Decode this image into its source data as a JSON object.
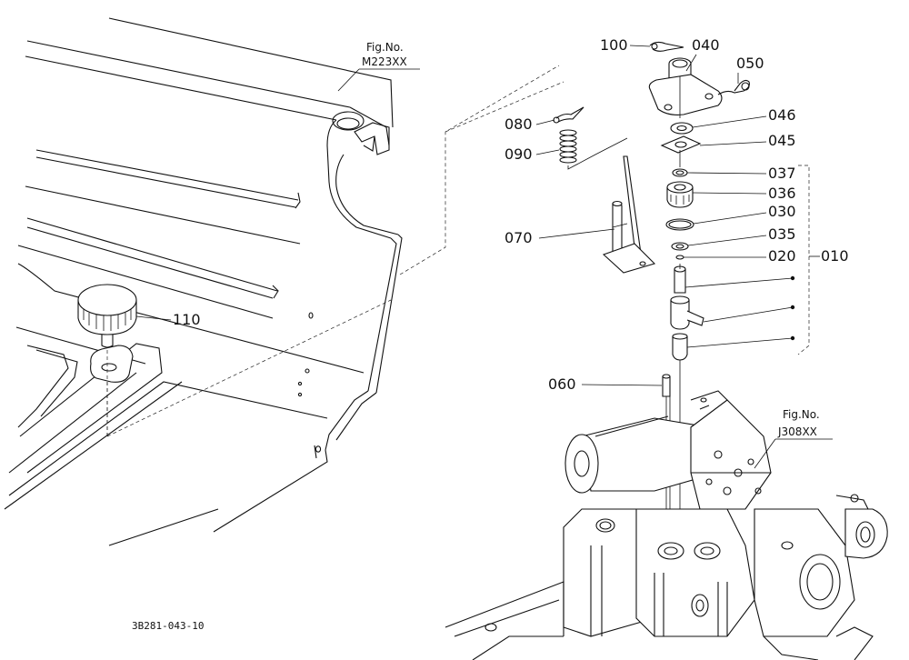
{
  "fig_refs": {
    "top": {
      "label": "Fig.No.",
      "number": "M223XX"
    },
    "bottom": {
      "label": "Fig.No.",
      "number": "J308XX"
    }
  },
  "parts": {
    "p100": "100",
    "p040": "040",
    "p050": "050",
    "p046": "046",
    "p080": "080",
    "p045": "045",
    "p090": "090",
    "p037": "037",
    "p036": "036",
    "p030": "030",
    "p070": "070",
    "p035": "035",
    "p020": "020",
    "p010": "010",
    "p110": "110",
    "p060": "060"
  },
  "drawing_code": "3B281-043-10"
}
